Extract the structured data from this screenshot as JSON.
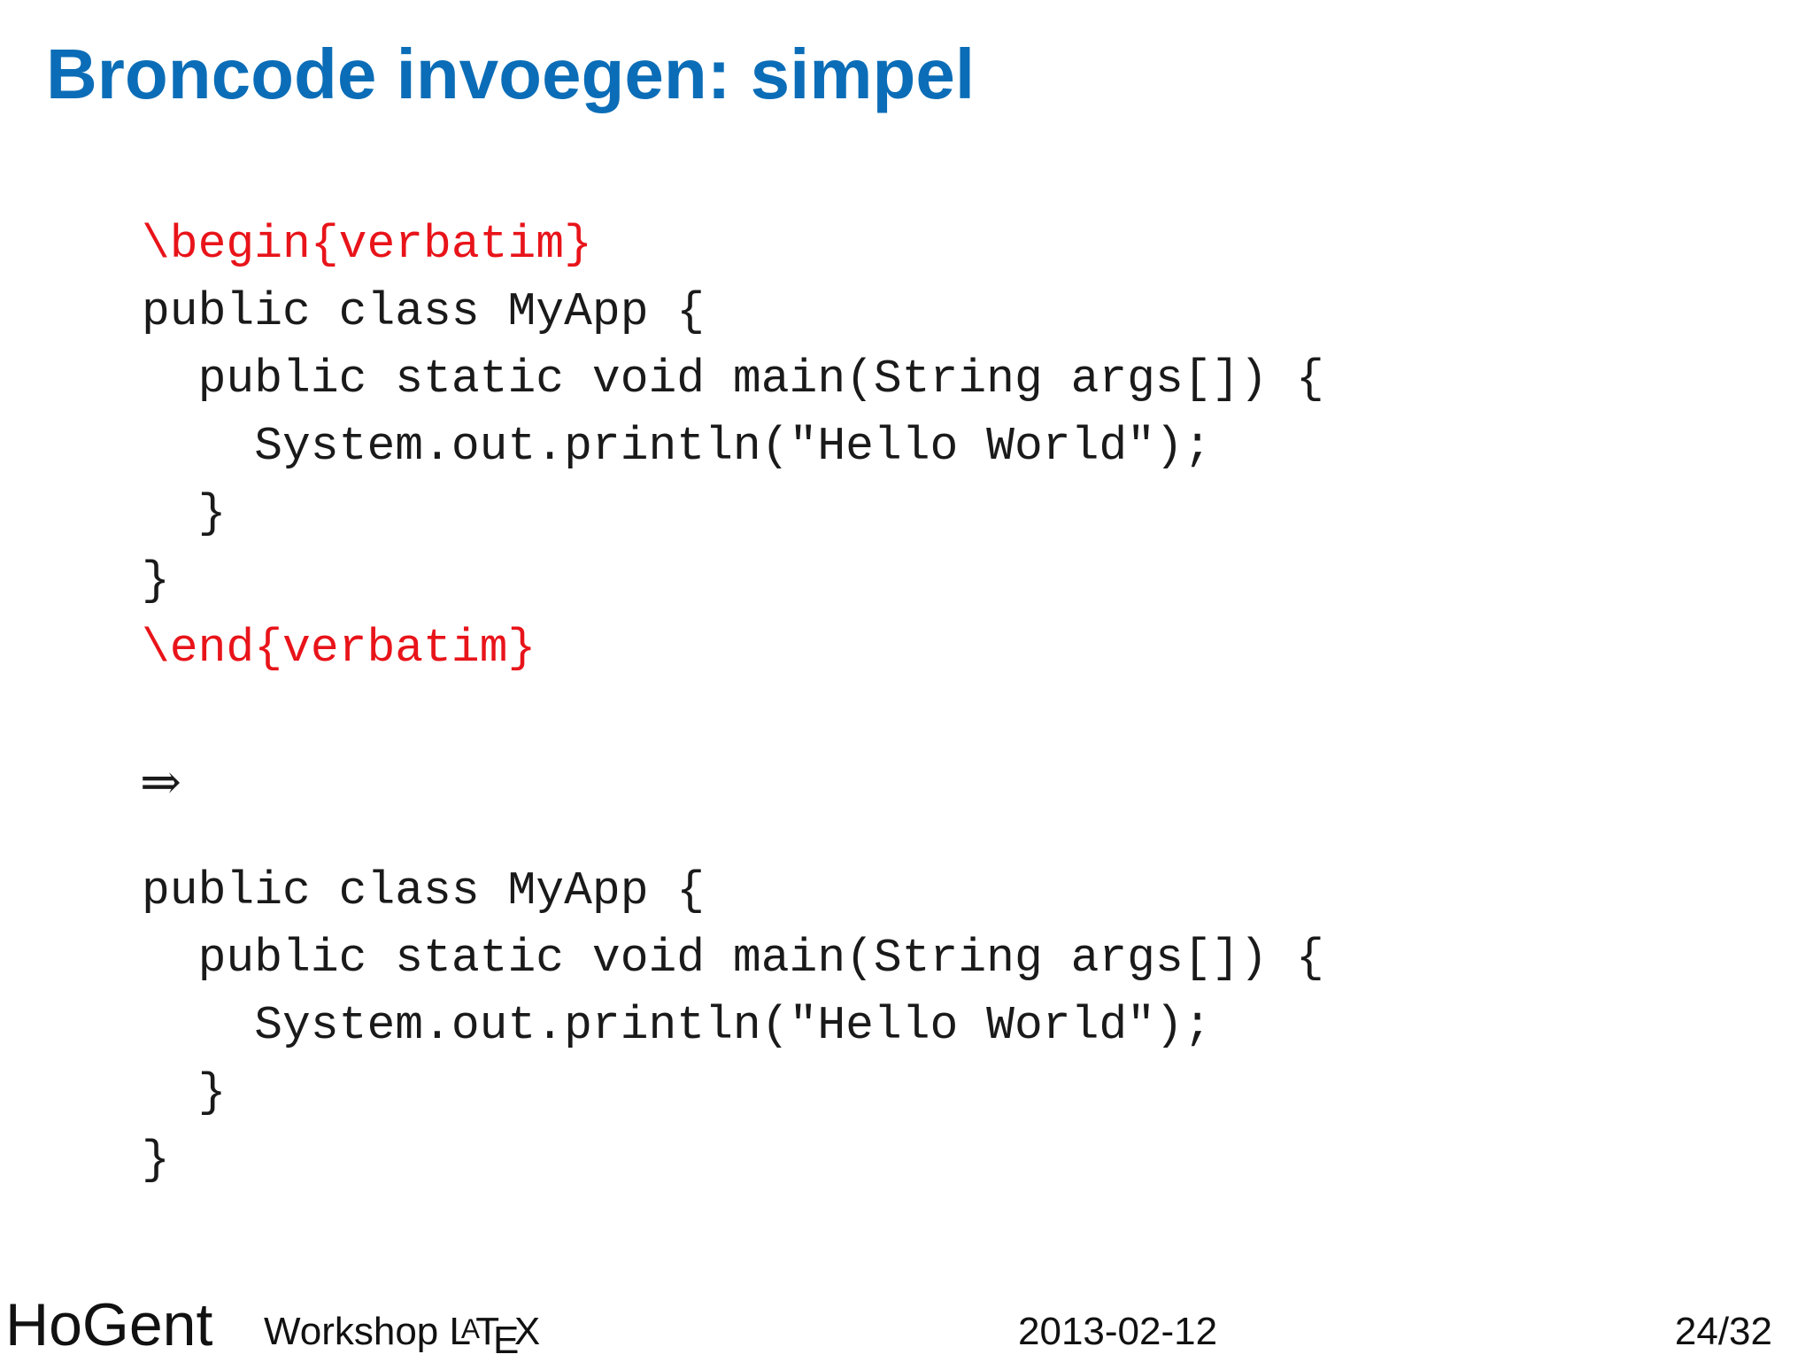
{
  "slide": {
    "title": "Broncode invoegen: simpel",
    "source_block": {
      "begin": "\\begin{verbatim}",
      "lines": [
        "public class MyApp {",
        "  public static void main(String args[]) {",
        "    System.out.println(\"Hello World\");",
        "  }",
        "}"
      ],
      "end": "\\end{verbatim}"
    },
    "arrow": "⇒",
    "output_block": {
      "lines": [
        "public class MyApp {",
        "  public static void main(String args[]) {",
        "    System.out.println(\"Hello World\");",
        "  }",
        "}"
      ]
    }
  },
  "footer": {
    "brand": "HoGent",
    "event_prefix": "Workshop",
    "event_logo": "LaTeX",
    "date": "2013-02-12",
    "page": "24/32"
  },
  "colors": {
    "title": "#0b6db7",
    "command": "#e8141a",
    "text": "#1a1a1a"
  }
}
